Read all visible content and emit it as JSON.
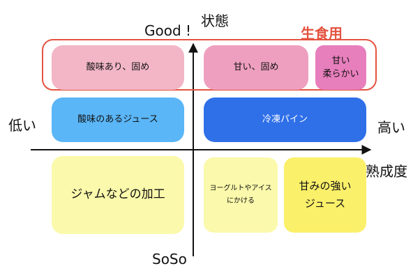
{
  "axis": {
    "top": "Good !",
    "bottom": "SoSo",
    "left": "低い",
    "right": "高い",
    "y_name": "状態",
    "x_name": "熟成度"
  },
  "highlight_label": "生食用",
  "boxes": {
    "sour_firm": "酸味あり、固め",
    "sweet_firm": "甘い、固め",
    "sweet_soft_1": "甘い",
    "sweet_soft_2": "柔らかい",
    "sour_juice": "酸味のあるジュース",
    "frozen": "冷凍パイン",
    "jam": "ジャムなどの加工",
    "yogurt_1": "ヨーグルトやアイス",
    "yogurt_2": "にかける",
    "sweet_juice_1": "甘みの強い",
    "sweet_juice_2": "ジュース"
  },
  "colors": {
    "pink_light": "#f2b6c6",
    "pink_mid": "#ee9fbf",
    "pink_dark": "#e87fbd",
    "blue_light": "#5ab6f7",
    "blue_dark": "#2f6fe8",
    "yellow_light": "#fbf9ab",
    "yellow": "#fbf06a",
    "accent_red": "#e4533f"
  }
}
